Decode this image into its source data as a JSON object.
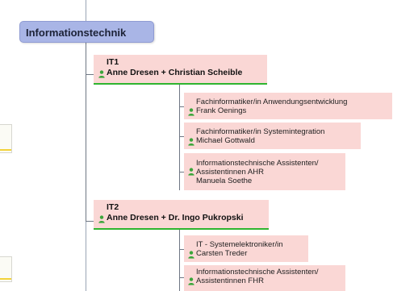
{
  "root": {
    "label": "Informationstechnik"
  },
  "branches": [
    {
      "title": "IT1",
      "members": "Anne Dresen + Christian Scheible",
      "leaves": [
        {
          "lines": [
            "Fachinformatiker/in Anwendungsentwicklung",
            "Frank Oenings"
          ]
        },
        {
          "lines": [
            "Fachinformatiker/in Systemintegration",
            "Michael Gottwald"
          ]
        },
        {
          "lines": [
            "Informationstechnische Assistenten/",
            "Assistentinnen AHR",
            "Manuela Soethe"
          ]
        }
      ]
    },
    {
      "title": "IT2",
      "members": "Anne Dresen + Dr. Ingo Pukropski",
      "leaves": [
        {
          "lines": [
            "IT - Systemelektroniker/in",
            "Carsten Treder"
          ]
        },
        {
          "lines": [
            "Informationstechnische Assistenten/",
            "Assistentinnen FHR"
          ]
        }
      ]
    }
  ],
  "colors": {
    "root_fill": "#a9b5e6",
    "node_fill": "#fad7d5",
    "branch_underline": "#2fb52f",
    "person_icon": "#3aa53a",
    "connector": "#6f7784"
  },
  "icons": {
    "person": "person-icon"
  }
}
